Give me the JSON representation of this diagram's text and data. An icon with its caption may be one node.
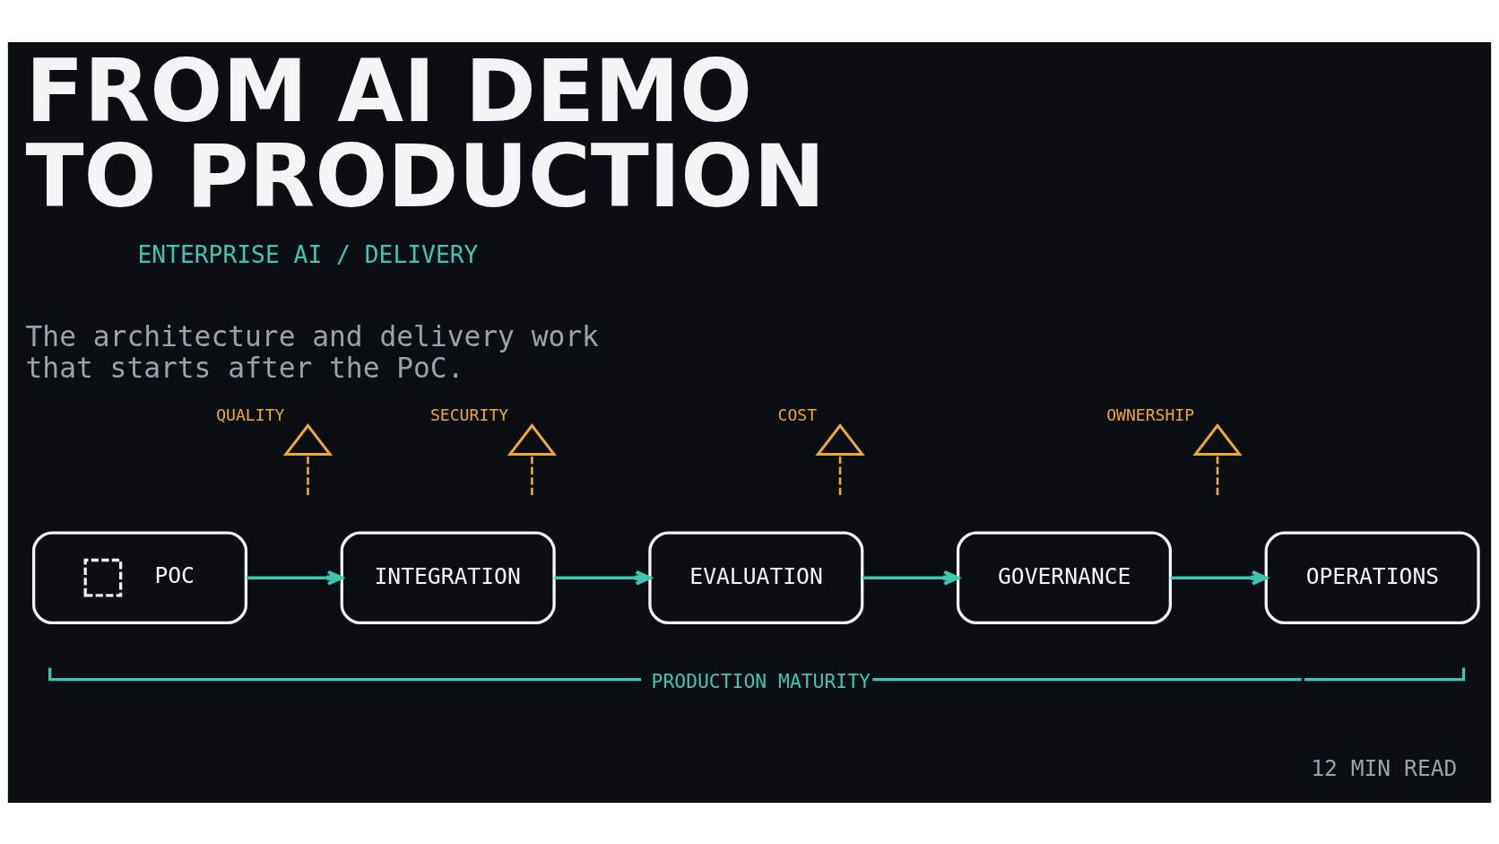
{
  "diagram": {
    "title": "FROM AI DEMO TO PRODUCTION",
    "nodes": [
      {
        "text": [
          "QUALITY"
        ]
      },
      {
        "text": [
          "SECURITY"
        ]
      },
      {
        "text": [
          "COST"
        ]
      },
      {
        "text": [
          "OWNERSHIP"
        ]
      },
      {
        "text": [
          "POC"
        ]
      },
      {
        "text": [
          "INTEGRATION"
        ]
      },
      {
        "text": [
          "EVALUATION"
        ]
      },
      {
        "text": [
          "GOVERNANCE"
        ]
      },
      {
        "text": [
          "OPERATIONS"
        ]
      }
    ],
    "edges": [
      {
        "from": 4,
        "to": 5,
        "arrow": "to",
        "color": "#3fc6b2"
      },
      {
        "from": 5,
        "to": 6,
        "arrow": "to",
        "color": "#3fc6b2"
      },
      {
        "from": 6,
        "to": 7,
        "arrow": "to",
        "color": "#3fc6b2"
      },
      {
        "from": 7,
        "to": 8,
        "arrow": "to",
        "color": "#3fc6b2"
      },
      {
        "from": 0,
        "to": null,
        "arrow": "none",
        "style": "dashed",
        "color": "#e9a83a"
      },
      {
        "from": 1,
        "to": null,
        "arrow": "none",
        "style": "dashed",
        "color": "#e9a83a"
      },
      {
        "from": 2,
        "to": null,
        "arrow": "none",
        "style": "dashed",
        "color": "#e9a83a"
      },
      {
        "from": 3,
        "to": null,
        "arrow": "none",
        "style": "dashed",
        "color": "#e9a83a"
      }
    ],
    "labels": [
      "ENTERPRISE AI / DELIVERY",
      "The architecture and delivery work that starts after the PoC.",
      "PRODUCTION MATURITY",
      "12 MIN READ"
    ]
  }
}
